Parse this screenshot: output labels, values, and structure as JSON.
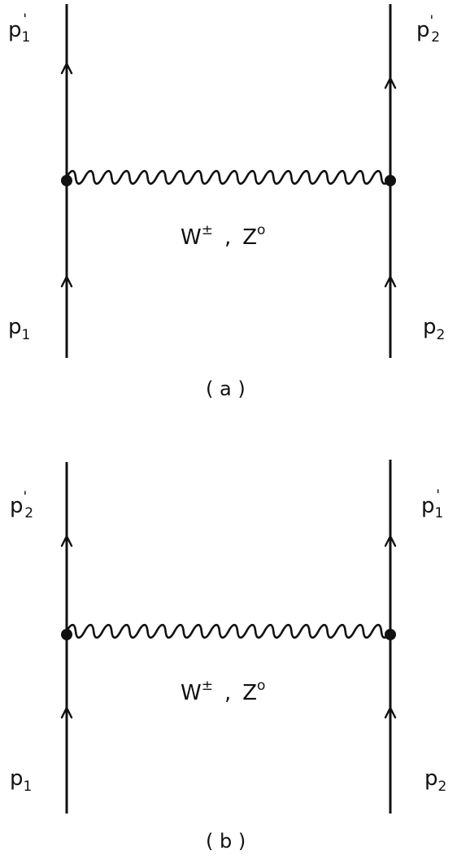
{
  "diagrams": {
    "a": {
      "top_left": {
        "base": "p",
        "sub": "1",
        "prime": "'"
      },
      "top_right": {
        "base": "p",
        "sub": "2",
        "prime": "'"
      },
      "bottom_left": {
        "base": "p",
        "sub": "1"
      },
      "bottom_right": {
        "base": "p",
        "sub": "2"
      },
      "boson": {
        "w": "W",
        "w_sup": "±",
        "sep": ",",
        "z": "Z",
        "z_sup": "o"
      },
      "caption": "( a )"
    },
    "b": {
      "top_left": {
        "base": "p",
        "sub": "2",
        "prime": "'"
      },
      "top_right": {
        "base": "p",
        "sub": "1",
        "prime": "'"
      },
      "bottom_left": {
        "base": "p",
        "sub": "1"
      },
      "bottom_right": {
        "base": "p",
        "sub": "2"
      },
      "boson": {
        "w": "W",
        "w_sup": "±",
        "sep": ",",
        "z": "Z",
        "z_sup": "o"
      },
      "caption": "( b )"
    }
  }
}
